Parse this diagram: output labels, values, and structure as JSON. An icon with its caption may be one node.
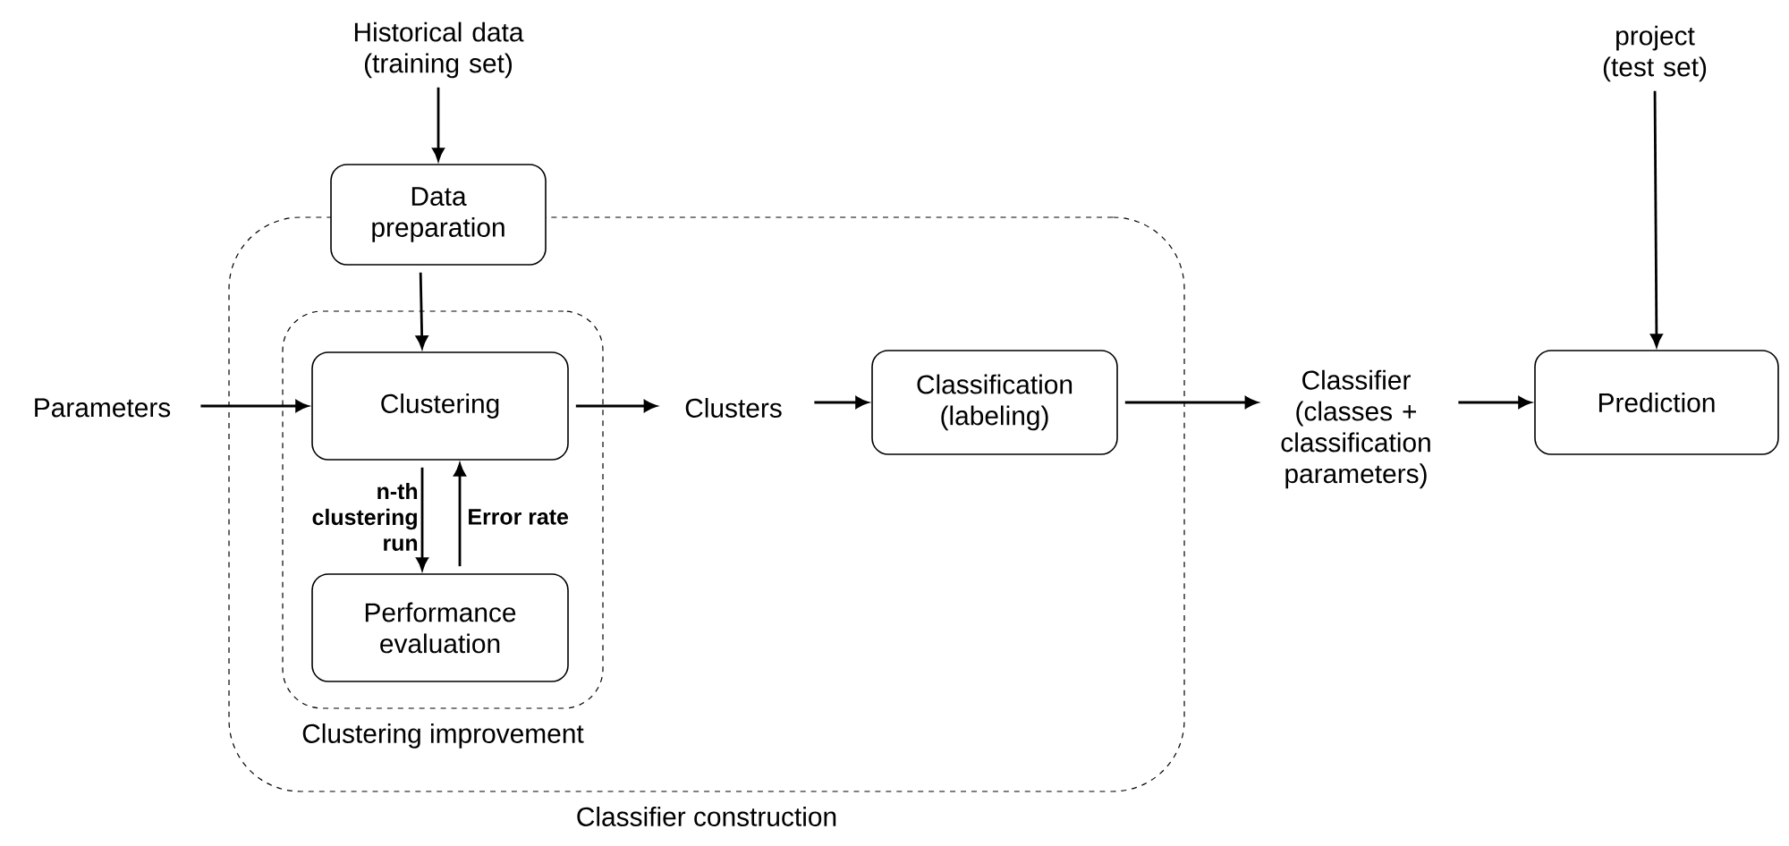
{
  "diagram": {
    "nodes": [
      {
        "text": [
          "Historical data (training set)"
        ]
      },
      {
        "text": [
          "Classifier construction"
        ]
      },
      {
        "text": [
          "Data preparation"
        ]
      },
      {
        "text": [
          "Clustering improvement"
        ],
        "in": 1
      },
      {
        "text": [
          "Clustering"
        ],
        "in": 3
      },
      {
        "text": [
          "Performance evaluation"
        ],
        "in": 3
      },
      {
        "text": [
          "Parameters"
        ]
      },
      {
        "text": [
          "Clusters"
        ],
        "in": 1
      },
      {
        "text": [
          "Classification (labeling)"
        ],
        "in": 1
      },
      {
        "text": [
          "Classifier (classes + classification parameters)"
        ]
      },
      {
        "text": [
          "project (test set)"
        ]
      },
      {
        "text": [
          "Prediction"
        ]
      }
    ],
    "edges": [
      {
        "from": 0,
        "to": 2,
        "arrow": "to"
      },
      {
        "from": 2,
        "to": 4,
        "arrow": "to"
      },
      {
        "from": 6,
        "to": 4,
        "arrow": "to"
      },
      {
        "from": 4,
        "to": 5,
        "arrow": "to",
        "label": "n-th clustering run"
      },
      {
        "from": 5,
        "to": 4,
        "arrow": "to",
        "label": "Error rate"
      },
      {
        "from": 4,
        "to": 7,
        "arrow": "to"
      },
      {
        "from": 7,
        "to": 8,
        "arrow": "to"
      },
      {
        "from": 8,
        "to": 9,
        "arrow": "to"
      },
      {
        "from": 9,
        "to": 11,
        "arrow": "to"
      },
      {
        "from": 10,
        "to": 11,
        "arrow": "to"
      }
    ]
  }
}
